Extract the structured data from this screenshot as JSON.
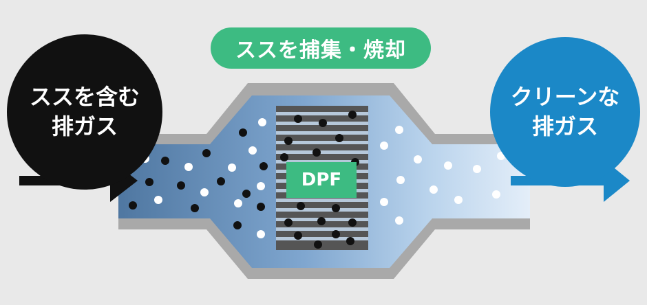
{
  "title": "ススを捕集・焼却",
  "inlet": {
    "line1": "ススを含む",
    "line2": "排ガス"
  },
  "outlet": {
    "line1": "クリーンな",
    "line2": "排ガス"
  },
  "filter": {
    "label": "DPF"
  },
  "colors": {
    "background": "#e9e9e9",
    "housing": "#a9a9a9",
    "filter_green": "#3dbb82",
    "inlet_dark": "#111111",
    "outlet_blue": "#1b88c7",
    "filter_slat": "#555555"
  },
  "icons": [
    "inlet-arrow-icon",
    "outlet-arrow-icon"
  ]
}
